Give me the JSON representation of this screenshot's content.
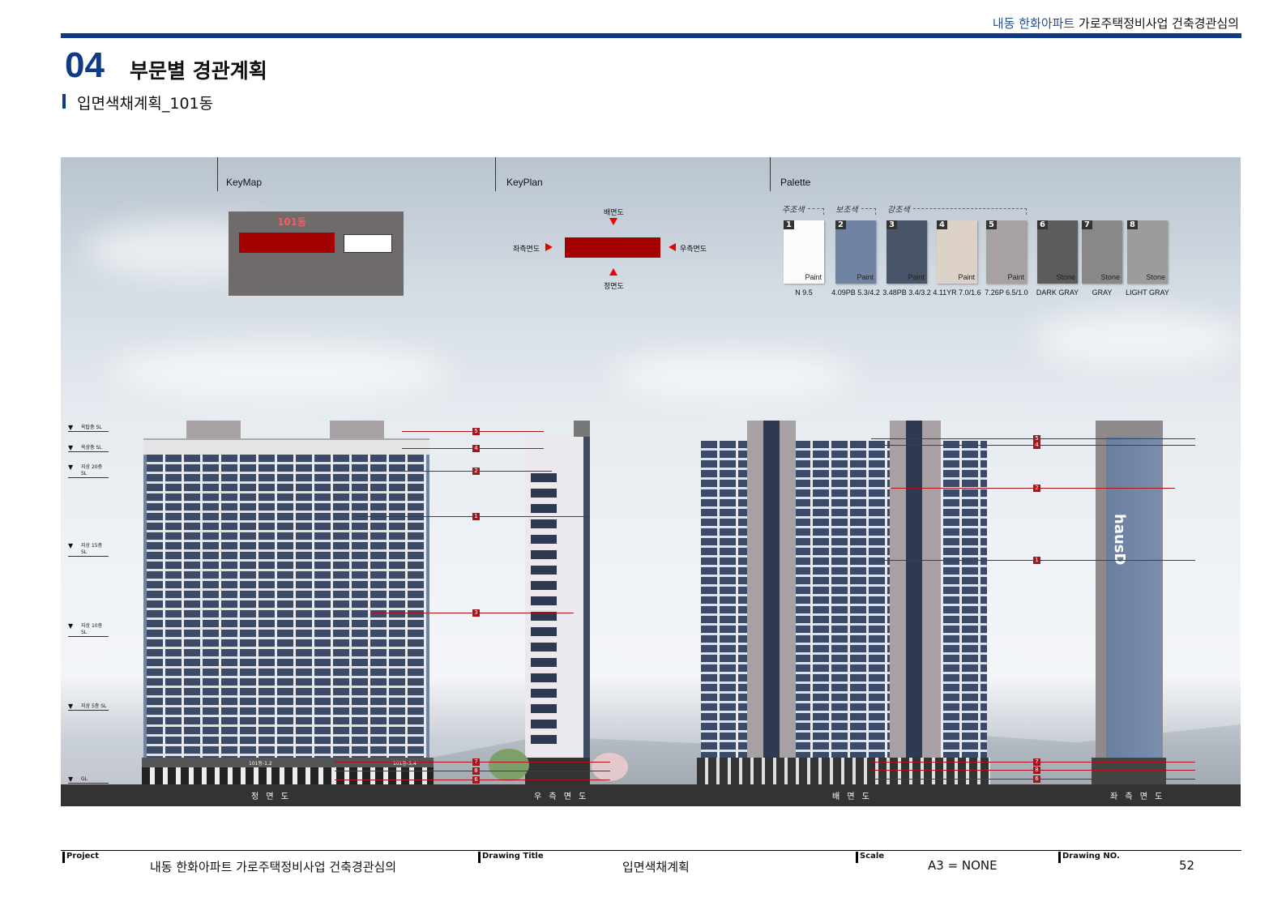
{
  "header": {
    "project_highlight": "내동 한화아파트",
    "project_rest": "가로주택정비사업 건축경관심의"
  },
  "section": {
    "number": "04",
    "title": "부문별 경관계획",
    "subtitle": "입면색채계획_101동"
  },
  "panels": {
    "keymap": "KeyMap",
    "keyplan": "KeyPlan",
    "palette": "Palette"
  },
  "keymap": {
    "building_label": "101동"
  },
  "keyplan": {
    "rear": "배면도",
    "left": "좌측면도",
    "right": "우측면도",
    "front": "정면도"
  },
  "palette": {
    "groups": [
      "주조색",
      "보조색",
      "강조색"
    ],
    "swatches": [
      {
        "no": "1",
        "type": "Paint",
        "code": "N 9.5",
        "color": "#fbfbfb"
      },
      {
        "no": "2",
        "type": "Paint",
        "code": "4.09PB 5.3/4.2",
        "color": "#6f84a3"
      },
      {
        "no": "3",
        "type": "Paint",
        "code": "3.48PB 3.4/3.2",
        "color": "#475469"
      },
      {
        "no": "4",
        "type": "Paint",
        "code": "4.11YR 7.0/1.6",
        "color": "#dcd2c8"
      },
      {
        "no": "5",
        "type": "Paint",
        "code": "7.26P 6.5/1.0",
        "color": "#a7a1a4"
      },
      {
        "no": "6",
        "type": "Stone",
        "code": "DARK GRAY",
        "color": "#5d5b5b"
      },
      {
        "no": "7",
        "type": "Stone",
        "code": "GRAY",
        "color": "#8a8886"
      },
      {
        "no": "8",
        "type": "Stone",
        "code": "LIGHT GRAY",
        "color": "#9e9c9b"
      }
    ]
  },
  "levels": [
    "옥탑층 SL",
    "옥상층 SL",
    "지상 20층 SL",
    "지상 15층 SL",
    "지상 10층 SL",
    "지상 5층 SL",
    "GL"
  ],
  "signs": {
    "front_a": "101동-1,2",
    "front_b": "101동-3,4",
    "brand": "hausD"
  },
  "elevations": {
    "front": "정 면 도",
    "right": "우 측 면 도",
    "rear": "배 면 도",
    "left": "좌 측 면 도"
  },
  "markers": [
    "1",
    "2",
    "3",
    "4",
    "5",
    "6",
    "7",
    "8"
  ],
  "footer": {
    "project_label": "Project",
    "project": "내동 한화아파트 가로주택정비사업 건축경관심의",
    "title_label": "Drawing Title",
    "title": "입면색채계획",
    "scale_label": "Scale",
    "scale": "A3 = NONE",
    "no_label": "Drawing NO.",
    "no": "52"
  }
}
